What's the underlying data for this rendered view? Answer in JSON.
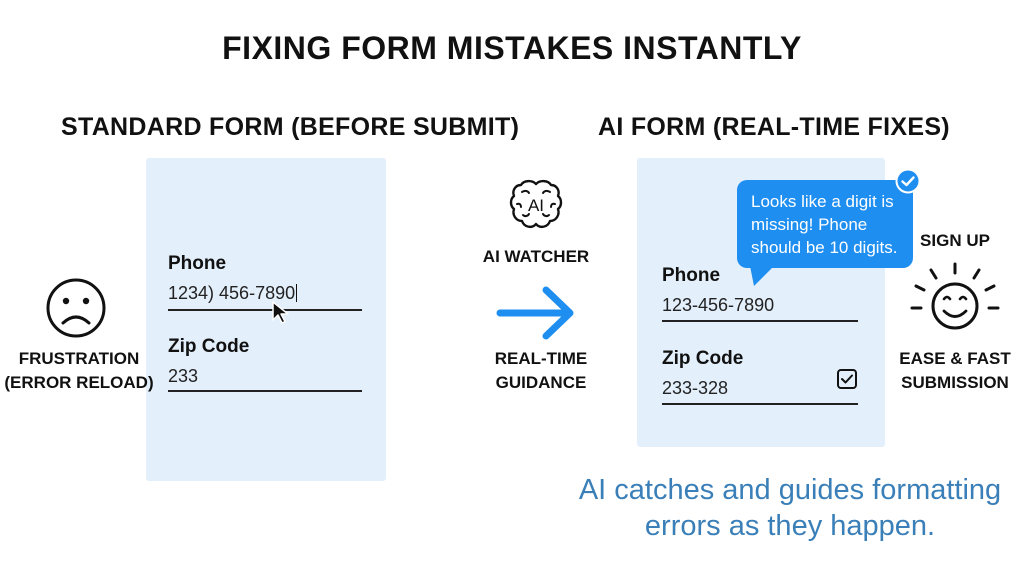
{
  "title": "FIXING FORM MISTAKES INSTANTLY",
  "standard": {
    "heading": "STANDARD FORM (BEFORE SUBMIT)",
    "phone_label": "Phone",
    "phone_value": "1234) 456-7890",
    "zip_label": "Zip Code",
    "zip_value": "233",
    "mood_line1": "FRUSTRATION",
    "mood_line2": "(ERROR RELOAD)",
    "mood_icon": "sad-face-icon"
  },
  "middle": {
    "watcher_label": "AI WATCHER",
    "brain_text": "AI",
    "guidance_line1": "REAL-TIME",
    "guidance_line2": "GUIDANCE",
    "arrow_icon": "arrow-right-icon"
  },
  "ai": {
    "heading": "AI FORM (REAL-TIME FIXES)",
    "bubble_line1": "Looks like a digit is",
    "bubble_line2": "missing! Phone",
    "bubble_line3": "should be 10 digits.",
    "phone_label": "Phone",
    "phone_value": "123-456-7890",
    "zip_label": "Zip Code",
    "zip_value": "233-328",
    "signup_label": "SIGN UP",
    "mood_line1": "EASE & FAST",
    "mood_line2": "SUBMISSION",
    "mood_icon": "happy-sun-face-icon"
  },
  "caption_line1": "AI catches and guides formatting",
  "caption_line2": "errors as they happen.",
  "colors": {
    "panel": "#e3effb",
    "accent_blue": "#1f8ef1",
    "caption_blue": "#3a7fb8"
  }
}
